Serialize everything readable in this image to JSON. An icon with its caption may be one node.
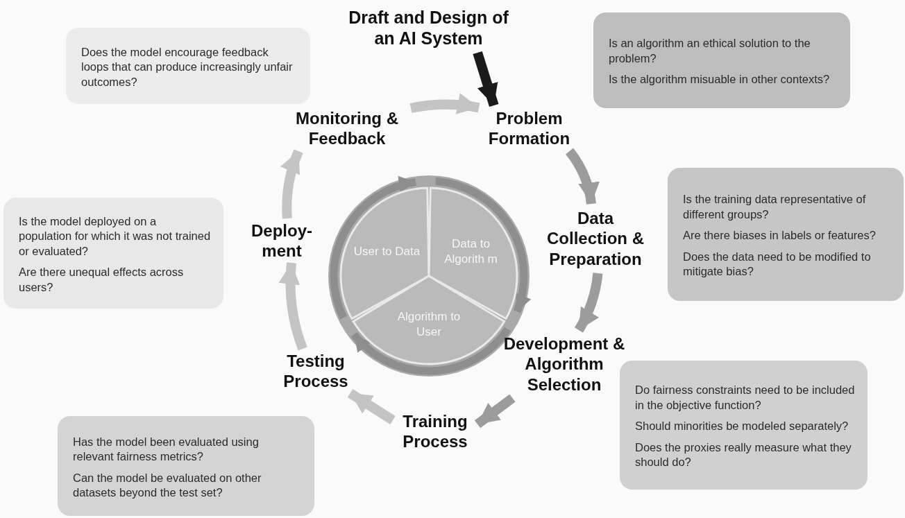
{
  "diagram": {
    "nodes": [
      {
        "text": [
          "Draft and Design of an AI System"
        ]
      },
      {
        "text": [
          "Problem Formation"
        ]
      },
      {
        "text": [
          "Data Collection & Preparation"
        ]
      },
      {
        "text": [
          "Development & Algorithm Selection"
        ]
      },
      {
        "text": [
          "Training Process"
        ]
      },
      {
        "text": [
          "Testing Process"
        ]
      },
      {
        "text": [
          "Deploy- ment"
        ]
      },
      {
        "text": [
          "Monitoring & Feedback"
        ]
      },
      {
        "text": [
          "Does the model encourage feedback loops that can produce increasingly unfair outcomes?"
        ]
      },
      {
        "text": [
          "Is an algorithm an ethical solution to the problem?",
          "Is the algorithm misuable in other contexts?"
        ]
      },
      {
        "text": [
          "Is the training data representative of different groups?",
          "Are there biases in labels or features?",
          "Does the data need to be modified to mitigate bias?"
        ]
      },
      {
        "text": [
          "Do fairness constraints need to be included in the objective function?",
          "Should minorities be modeled separately?",
          "Does the proxies really measure what they should do?"
        ]
      },
      {
        "text": [
          "Has the model been evaluated using relevant fairness metrics?",
          "Can the model be evaluated on other datasets beyond the test set?"
        ]
      },
      {
        "text": [
          "Is the model deployed on a population for which it was not trained or evaluated?",
          "Are there unequal effects across users?"
        ]
      },
      {
        "text": [
          "User to Data"
        ]
      },
      {
        "text": [
          "Data to Algorith m"
        ]
      },
      {
        "text": [
          "Algorithm to User"
        ]
      }
    ],
    "edges": [
      {
        "from": 0,
        "to": 1,
        "arrow": "to",
        "color": "#1a1a1a"
      },
      {
        "from": 1,
        "to": 2,
        "arrow": "to",
        "color": "#9c9c9c"
      },
      {
        "from": 2,
        "to": 3,
        "arrow": "to",
        "color": "#9c9c9c"
      },
      {
        "from": 3,
        "to": 4,
        "arrow": "to",
        "color": "#9c9c9c"
      },
      {
        "from": 4,
        "to": 5,
        "arrow": "to"
      },
      {
        "from": 5,
        "to": 6,
        "arrow": "to"
      },
      {
        "from": 6,
        "to": 7,
        "arrow": "to"
      },
      {
        "from": 7,
        "to": 1,
        "arrow": "to"
      },
      {
        "from": 14,
        "to": 15,
        "arrow": "to",
        "color": "#8e8e8e"
      },
      {
        "from": 15,
        "to": 16,
        "arrow": "to",
        "color": "#8e8e8e"
      },
      {
        "from": 16,
        "to": 14,
        "arrow": "to",
        "color": "#8e8e8e"
      }
    ]
  }
}
